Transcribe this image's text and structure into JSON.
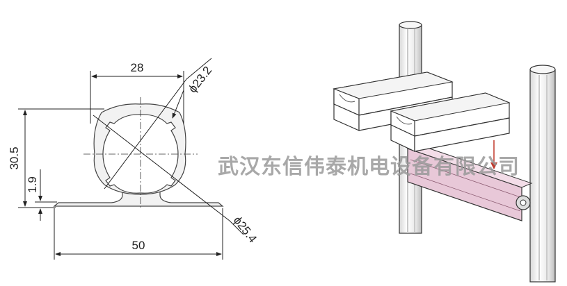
{
  "profile_drawing": {
    "dim_top_width": "28",
    "dim_total_height": "30.5",
    "dim_flange_thickness": "1.9",
    "dim_base_width": "50",
    "dim_inner_diameter": "ϕ23.2",
    "dim_outer_diameter": "ϕ25.4"
  },
  "watermark": {
    "text": "武汉东信伟泰机电设备有限公司"
  },
  "colors": {
    "line": "#222222",
    "rail_fill": "#e8c8d8",
    "arrow": "#c0392b",
    "watermark": "#9a9a9a"
  }
}
